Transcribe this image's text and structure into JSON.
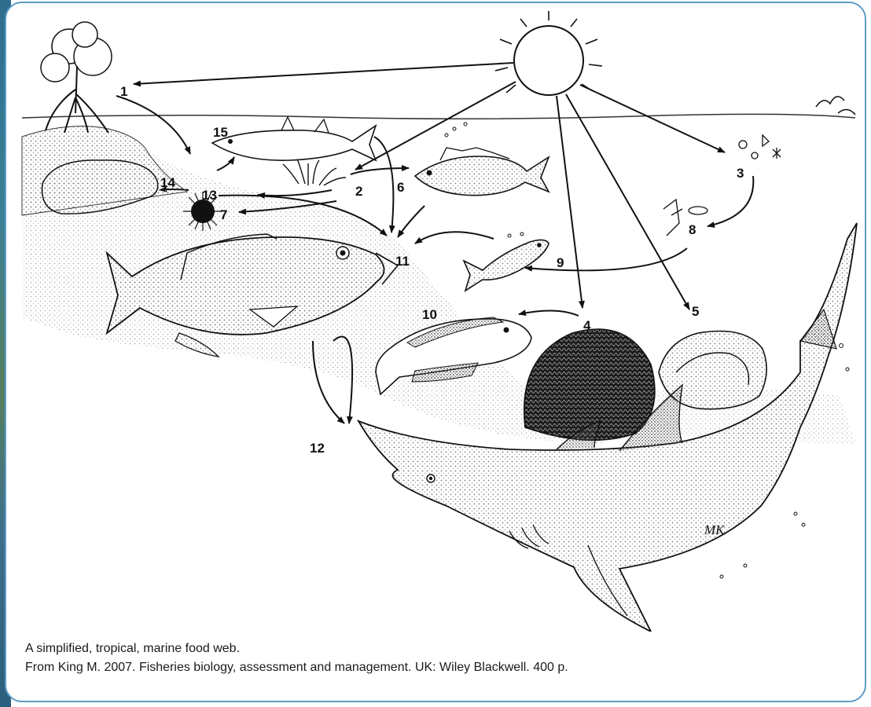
{
  "caption": {
    "line1": "A simplified, tropical, marine food web.",
    "line2": "From King M. 2007. Fisheries biology, assessment and management. UK: Wiley Blackwell. 400 p."
  },
  "nodes": {
    "n1": "1",
    "n2": "2",
    "n3": "3",
    "n4": "4",
    "n5": "5",
    "n6": "6",
    "n7": "7",
    "n8": "8",
    "n9": "9",
    "n10": "10",
    "n11": "11",
    "n12": "12",
    "n13": "13",
    "n14": "14",
    "n15": "15"
  },
  "signature": "MK",
  "colors": {
    "frame": "#5d9cc9",
    "ink": "#111111",
    "stipple": "#9a9a9a"
  }
}
